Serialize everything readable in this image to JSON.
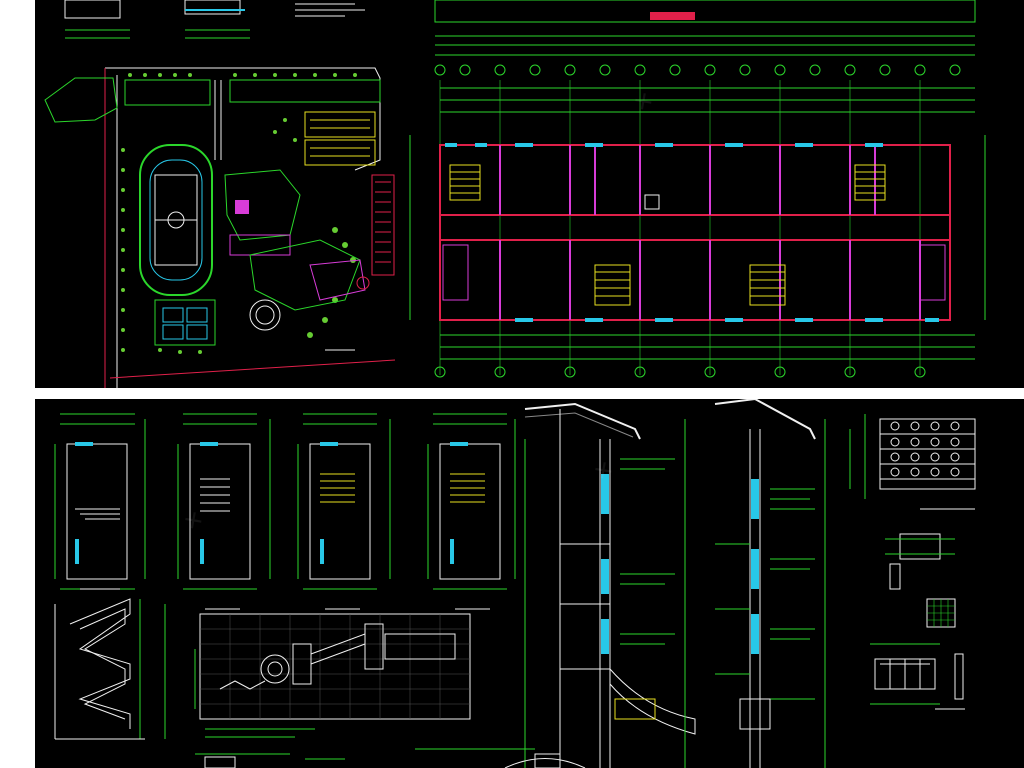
{
  "page": {
    "background": "#ffffff",
    "sheet_background": "#000000"
  },
  "colors": {
    "grid_green": "#2bd62b",
    "wall_red": "#e0204a",
    "wall_magenta": "#d83cd8",
    "cyan": "#28c8e8",
    "yellow": "#e8e020",
    "white": "#f0f0f0",
    "tree_green": "#66cc33"
  },
  "icons": [
    "site-plan",
    "floor-plan",
    "stair-plan",
    "wall-section",
    "railing-detail"
  ]
}
